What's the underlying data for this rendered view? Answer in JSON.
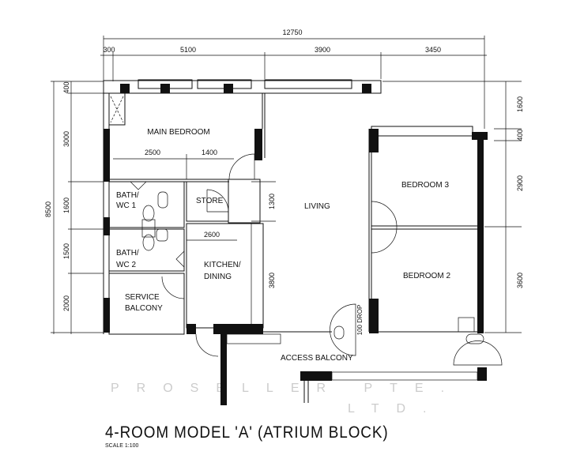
{
  "plan": {
    "title": "4-ROOM MODEL 'A' (ATRIUM BLOCK)",
    "scale": "SCALE 1:100",
    "watermark_line1": "PROSELLER PTE.",
    "watermark_line2": "LTD.",
    "rooms": {
      "main_bedroom": "MAIN BEDROOM",
      "bath1_a": "BATH/",
      "bath1_b": "WC 1",
      "bath2_a": "BATH/",
      "bath2_b": "WC 2",
      "store": "STORE",
      "living": "LIVING",
      "bedroom3": "BEDROOM 3",
      "bedroom2": "BEDROOM 2",
      "kitchen_a": "KITCHEN/",
      "kitchen_b": "DINING",
      "service_a": "SERVICE",
      "service_b": "BALCONY",
      "access_balcony": "ACCESS BALCONY",
      "drop": "100 DROP"
    },
    "dimensions": {
      "total_width": "12750",
      "top": [
        "300",
        "5100",
        "3900",
        "3450"
      ],
      "total_height": "8500",
      "left": [
        "400",
        "3000",
        "1600",
        "1500",
        "2000"
      ],
      "right": [
        "1600",
        "400",
        "2900",
        "3600"
      ],
      "inner": [
        "2500",
        "1400",
        "2600",
        "1300",
        "3800"
      ]
    }
  }
}
